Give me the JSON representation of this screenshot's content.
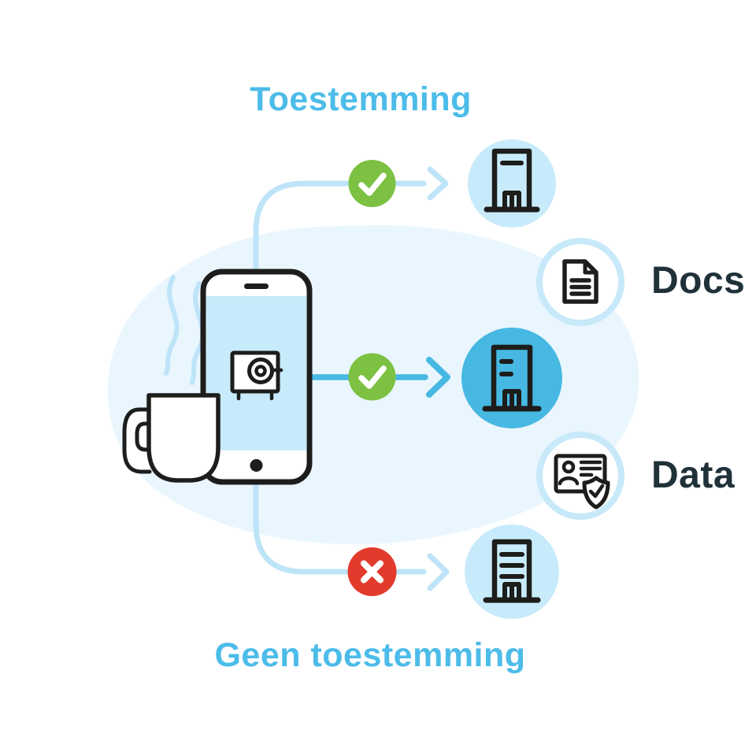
{
  "illustration": {
    "title": "Toestemming",
    "footer_label": "Geen toestemming",
    "targets": [
      {
        "label": "Docs",
        "icon": "document-icon"
      },
      {
        "label": "Data",
        "icon": "id-card-shield-icon"
      }
    ],
    "badges": {
      "granted": "checkmark-icon",
      "denied": "cross-icon"
    }
  },
  "colors": {
    "heading_blue": "#4CBCE9",
    "accent_blue": "#47B8E2",
    "light_blue": "#C8EBFB",
    "pale_line": "#BEE4F8",
    "ring_blue": "#C7E9FA",
    "blob_blue": "#E9F6FE",
    "ink": "#1D1D1B",
    "label_dark": "#203139",
    "green": "#7CC142",
    "red": "#E23A2C"
  }
}
